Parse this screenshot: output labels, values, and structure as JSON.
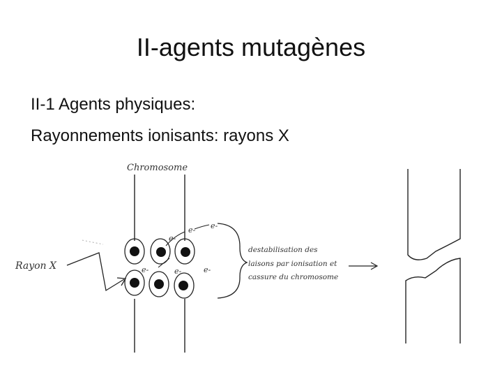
{
  "slide": {
    "title": "II-agents mutagènes",
    "line1": "II-1 Agents physiques:",
    "line2": "Rayonnements ionisants: rayons X"
  },
  "figure": {
    "chromosome_label": "Chromosome",
    "ray_label": "Rayon X",
    "electron_label": "e-",
    "caption_lines": [
      "destabilisation des",
      "laisons par ionisation et",
      "cassure du chromosome"
    ]
  },
  "colors": {
    "text": "#111111",
    "ink": "#222222"
  }
}
